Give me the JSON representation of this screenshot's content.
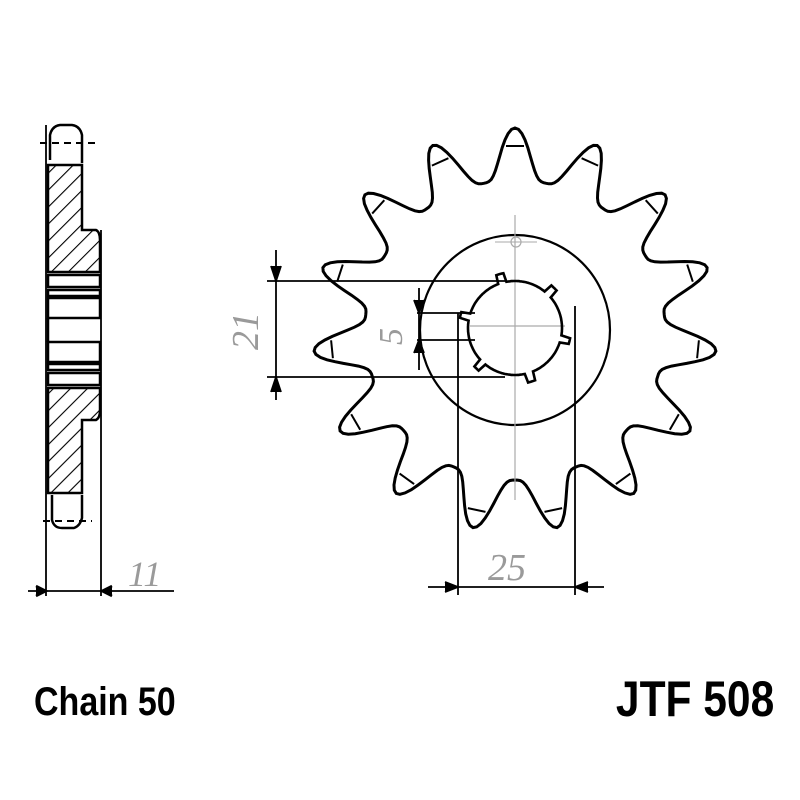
{
  "labels": {
    "chain": "Chain 50",
    "part_number": "JTF 508"
  },
  "dimensions": {
    "width": "11",
    "spline": "21",
    "spline_width": "5",
    "spacing": "25"
  },
  "sprocket": {
    "teeth": 15
  },
  "colors": {
    "line": "#000000",
    "dimension_text": "#9a9a9a",
    "centerline": "#aaaaaa",
    "background": "#ffffff"
  }
}
